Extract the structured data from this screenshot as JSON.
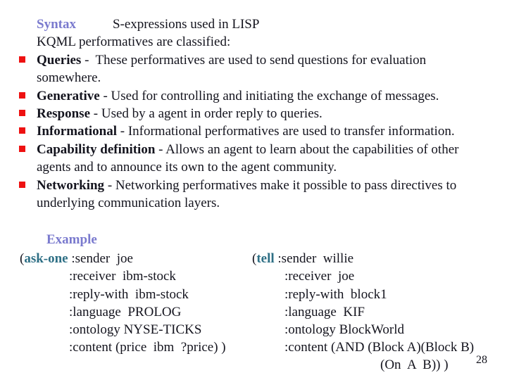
{
  "slide": {
    "title": {
      "label": "Syntax",
      "text": "S-expressions used in LISP"
    },
    "intro": "KQML performatives are classified:",
    "bullets": [
      {
        "term": "Queries",
        "rest": " -  These performatives are used to send questions for evaluation",
        "line2": "somewhere."
      },
      {
        "term": "Generative",
        "rest": " - Used for controlling and initiating the exchange of messages."
      },
      {
        "term": "Response",
        "rest": " - Used by a agent in order reply to queries."
      },
      {
        "term": "Informational",
        "rest": " - Informational performatives are used to transfer information."
      },
      {
        "term": "Capability definition",
        "rest": " - Allows an agent to learn about the capabilities of other",
        "line2": "agents and to announce its own to the agent community."
      },
      {
        "term": "Networking",
        "rest": " - Networking performatives make it possible to pass directives to",
        "line2": "underlying communication layers."
      }
    ],
    "example": {
      "heading": "Example",
      "left_code": {
        "open_paren": "(",
        "keyword": "ask-one",
        "head_rest": " :sender  joe",
        "body": [
          ":receiver  ibm-stock",
          ":reply-with  ibm-stock",
          ":language  PROLOG",
          ":ontology NYSE-TICKS",
          ":content (price  ibm  ?price) )"
        ]
      },
      "right_code": {
        "open_paren": "(",
        "keyword": "tell",
        "head_rest": " :sender  willie",
        "body": [
          ":receiver  joe",
          ":reply-with  block1",
          ":language  KIF",
          ":ontology BlockWorld",
          ":content (AND (Block A)(Block B)"
        ],
        "tail": "(On  A  B)) )"
      }
    },
    "page_number": "28",
    "colors": {
      "background": "#ffffff",
      "text": "#14141e",
      "heading_purple": "#7a7ace",
      "keyword_teal": "#2e6f85",
      "bullet_red": "#ee1111"
    }
  }
}
